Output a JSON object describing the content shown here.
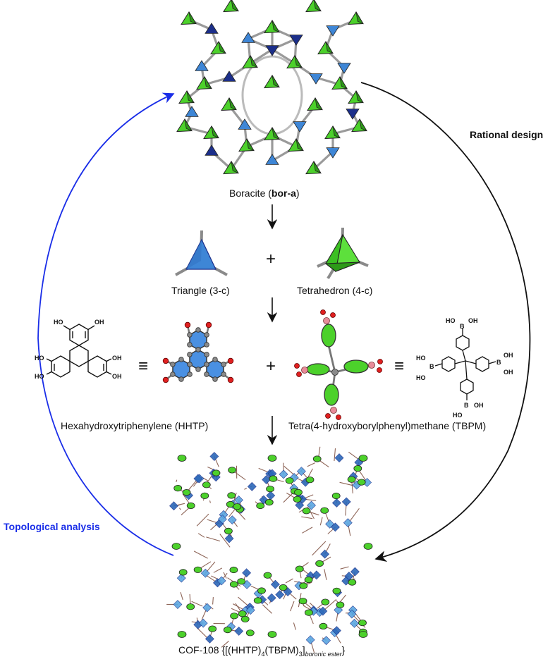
{
  "labels": {
    "boracite_prefix": "Boracite (",
    "boracite_bold": "bor-a",
    "boracite_suffix": ")",
    "rational_design": "Rational design",
    "topological_analysis": "Topological analysis",
    "triangle": "Triangle (3-c)",
    "tetrahedron": "Tetrahedron (4-c)",
    "plus": "+",
    "equiv": "≡",
    "hhtp": "Hexahydroxytriphenylene (HHTP)",
    "tbpm": "Tetra(4-hydroxyborylphenyl)methane (TBPM)",
    "cof_main": "COF-108 {[(HHTP)",
    "cof_sub1": "4",
    "cof_mid": "(TBPM)",
    "cof_sub2": "3",
    "cof_close": "]",
    "cof_sub3": "boronic ester",
    "cof_end": "}"
  },
  "chem": {
    "oh": "OH",
    "ho": "HO",
    "b": "B"
  },
  "colors": {
    "tetra_green": "#4cd12b",
    "triangle_blue": "#3e86d6",
    "dark_blue": "#1c2f8a",
    "node_gray": "#8a8a8a",
    "topology_arrow": "#1a2ee8",
    "design_arrow": "#111111",
    "oxygen_red": "#e02020",
    "boron_pink": "#e88c9a"
  }
}
